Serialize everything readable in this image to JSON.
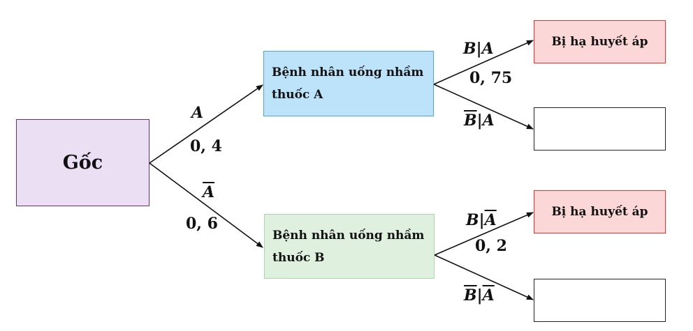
{
  "root": {
    "label": "Gốc"
  },
  "level1": [
    {
      "label_line1": "Bệnh nhân uống nhầm",
      "label_line2": "thuốc A",
      "edge_event": "A",
      "edge_prob": "0, 4",
      "fill": "#bde3fa"
    },
    {
      "label_line1": "Bệnh nhân uống nhầm",
      "label_line2": "thuốc B",
      "edge_event": "A",
      "edge_prob": "0, 6",
      "fill": "#dff0de"
    }
  ],
  "leaves": [
    {
      "label": "Bị hạ huyết áp",
      "edge_event_left": "B",
      "edge_event_sep": "|",
      "edge_event_right": "A",
      "edge_prob": "0, 75"
    },
    {
      "label": "",
      "edge_event_left": "B",
      "edge_event_sep": "|",
      "edge_event_right": "A",
      "edge_prob": ""
    },
    {
      "label": "Bị hạ huyết áp",
      "edge_event_left": "B",
      "edge_event_sep": "|",
      "edge_event_right": "A",
      "edge_prob": "0, 2"
    },
    {
      "label": "",
      "edge_event_left": "B",
      "edge_event_sep": "|",
      "edge_event_right": "A",
      "edge_prob": ""
    }
  ],
  "colors": {
    "root_fill": "#ebe0f3",
    "root_border": "#6b2c82",
    "leaf_highlight_fill": "#fcd7d7",
    "leaf_highlight_border": "#e0342f"
  }
}
